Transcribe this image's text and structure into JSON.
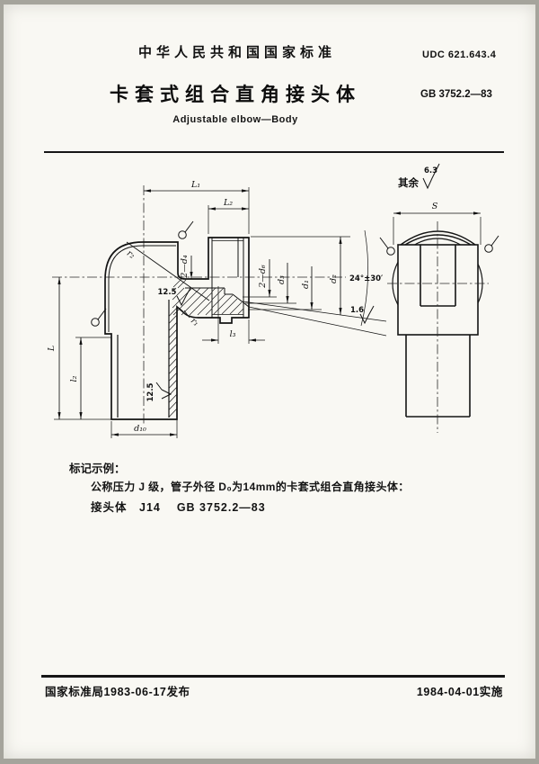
{
  "header": {
    "org": "中华人民共和国国家标准",
    "udc": "UDC  621.643.4",
    "title": "卡套式组合直角接头体",
    "code": "GB 3752.2—83",
    "title_en": "Adjustable elbow—Body"
  },
  "drawing": {
    "labels": {
      "L1": "L₁",
      "L2": "L₂",
      "two_d4": "2—d₄",
      "two_d6": "2—d₆",
      "d3": "d₃",
      "d1": "d₁",
      "d2": "d₂",
      "angle": "24°±30′",
      "r1": "r₁",
      "r2": "r₂",
      "rough_125": "12.5",
      "rough_16": "1.6",
      "rough_63": "6.3",
      "qiyu": "其余",
      "L": "L",
      "l2": "l₂",
      "l3": "l₃",
      "d10": "d₁₀",
      "S": "S"
    }
  },
  "marking": {
    "heading": "标记示例：",
    "line1": "公称压力 J 级，管子外径 D₀为14mm的卡套式组合直角接头体：",
    "line2": "接头体　J14　 GB 3752.2—83"
  },
  "footer": {
    "left": "国家标准局1983-06-17发布",
    "right": "1984-04-01实施"
  }
}
